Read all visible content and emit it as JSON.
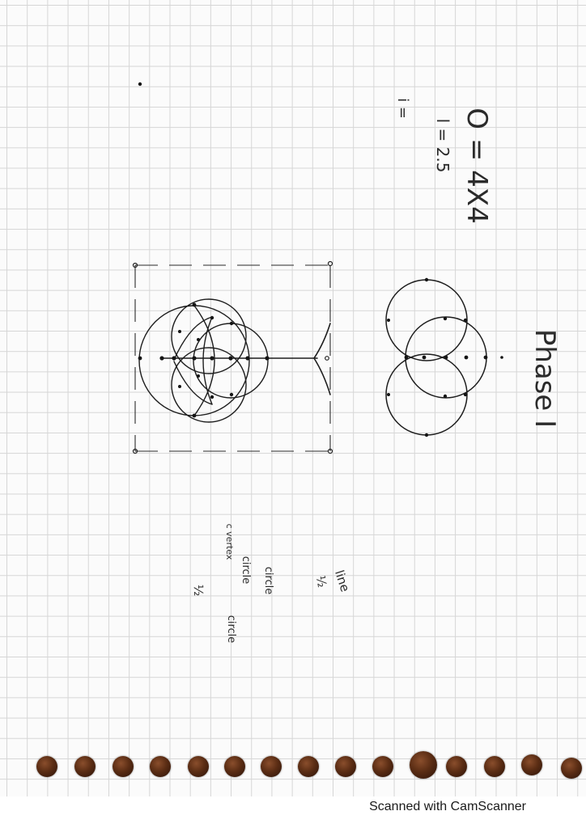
{
  "notes": {
    "formula_o": "O = 4X4",
    "formula_l": "l = 2.5",
    "formula_i": "i =",
    "title": "Phase I",
    "label_circle_1": "circle",
    "label_circle_2": "circle",
    "label_circle_3": "circle",
    "label_line": "line",
    "label_vertex": "c vertex",
    "label_half_1": "½",
    "label_half_2": "½"
  },
  "holes": {
    "count": 15,
    "color": "#5b2d14"
  },
  "footer": {
    "watermark": "Scanned with CamScanner"
  },
  "colors": {
    "ink": "#1d1d1d",
    "grid": "#d6d6d6",
    "paper": "#fbfbfb"
  }
}
